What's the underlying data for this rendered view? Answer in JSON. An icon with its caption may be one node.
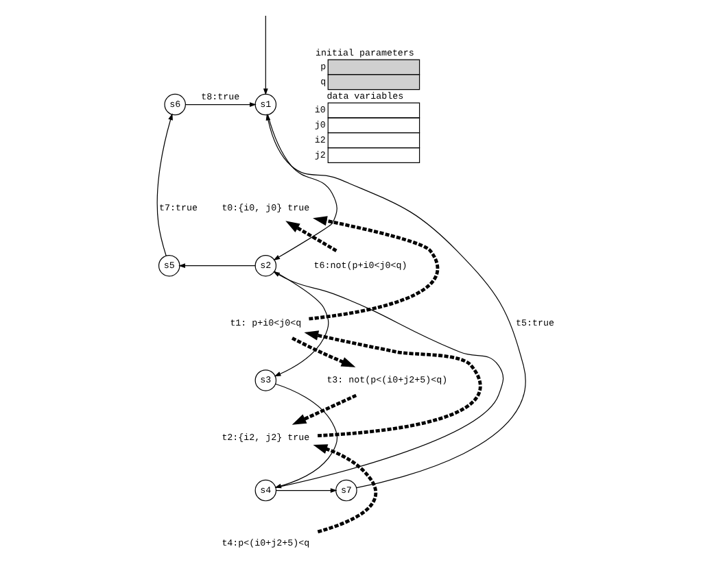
{
  "diagram": {
    "nodes": [
      {
        "text": [
          "s6"
        ]
      },
      {
        "text": [
          "s1"
        ]
      },
      {
        "text": [
          "t0:{i0, j0} true"
        ]
      },
      {
        "text": [
          "s5"
        ]
      },
      {
        "text": [
          "s2"
        ]
      },
      {
        "text": [
          "t6:not(p+i0<j0<q)"
        ]
      },
      {
        "text": [
          "t1: p+i0<j0<q"
        ]
      },
      {
        "text": [
          "s3"
        ]
      },
      {
        "text": [
          "t2:{i2, j2} true"
        ]
      },
      {
        "text": [
          "t3: not(p<(i0+j2+5)<q)"
        ]
      },
      {
        "text": [
          "s7"
        ]
      },
      {
        "text": [
          "s4"
        ]
      },
      {
        "text": [
          "t4:p<(i0+j2+5)<q"
        ]
      }
    ],
    "edges": [
      {
        "from": null,
        "to": 1,
        "arrow": "to"
      },
      {
        "from": 0,
        "to": 1,
        "arrow": "to",
        "label": "t8:true"
      },
      {
        "from": 1,
        "to": 4,
        "arrow": "to"
      },
      {
        "from": 4,
        "to": 3,
        "arrow": "to"
      },
      {
        "from": 4,
        "to": 7,
        "arrow": "to"
      },
      {
        "from": 7,
        "to": 11,
        "arrow": "to"
      },
      {
        "from": 11,
        "to": 4,
        "arrow": "to"
      },
      {
        "from": 11,
        "to": 10,
        "arrow": "to"
      },
      {
        "from": 10,
        "to": 1,
        "arrow": "to",
        "label": "t5:true"
      },
      {
        "from": 3,
        "to": 0,
        "arrow": "to",
        "label": "t7:true"
      },
      {
        "from": 5,
        "to": 2,
        "arrow": "to",
        "style": "dashed"
      },
      {
        "from": 6,
        "to": 2,
        "arrow": "to",
        "style": "dashed"
      },
      {
        "from": 6,
        "to": 9,
        "arrow": "to",
        "style": "dashed"
      },
      {
        "from": 9,
        "to": 8,
        "arrow": "to",
        "style": "dashed"
      },
      {
        "from": 8,
        "to": 6,
        "arrow": "to",
        "style": "dashed"
      },
      {
        "from": 12,
        "to": 8,
        "arrow": "to",
        "style": "dashed"
      }
    ],
    "labels": [
      "initial parameters",
      "p",
      "q",
      "data variables",
      "i0",
      "j0",
      "i2",
      "j2"
    ]
  }
}
